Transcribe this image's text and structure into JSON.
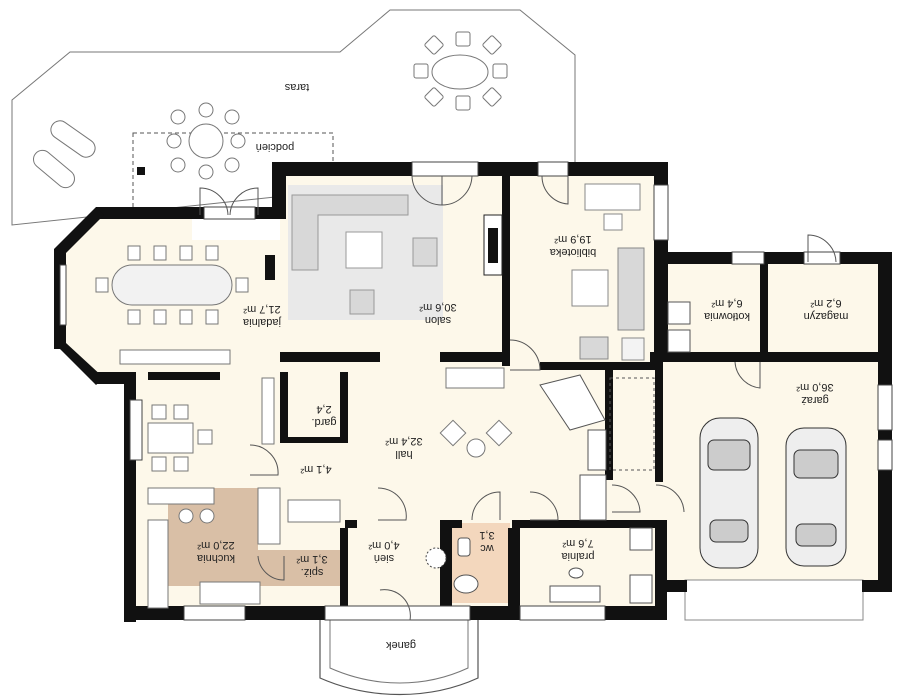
{
  "rooms": {
    "taras": {
      "name": "taras"
    },
    "podcien": {
      "name": "podcień"
    },
    "salon": {
      "name": "salon",
      "area": "30,6 m²"
    },
    "biblioteka": {
      "name": "biblioteka",
      "area": "19,9 m²"
    },
    "jadalnia": {
      "name": "jadalnia",
      "area": "21,7 m²"
    },
    "kotlownia": {
      "name": "kotłownia",
      "area": "6,4 m²"
    },
    "magazyn": {
      "name": "magazyn",
      "area": "6,2 m²"
    },
    "garaz": {
      "name": "garaż",
      "area": "36,0 m²"
    },
    "gard": {
      "name": "gard.",
      "area": "2,4"
    },
    "hall": {
      "name": "hall",
      "area": "32,4 m²"
    },
    "hall_extra": {
      "area": "4,1 m²"
    },
    "kuchnia": {
      "name": "kuchnia",
      "area": "22,0 m²"
    },
    "spiz": {
      "name": "spiż.",
      "area": "3,1 m²"
    },
    "sien": {
      "name": "sień",
      "area": "4,0 m²"
    },
    "wc": {
      "name": "wc",
      "area": "3,1"
    },
    "pralnia": {
      "name": "pralnia",
      "area": "7,6 m²"
    },
    "ganek": {
      "name": "ganek"
    }
  },
  "colors": {
    "wall": "#111111",
    "floor": "#fdf8ea",
    "kitchen_floor": "#d9bfa6",
    "wc_floor": "#f3d7bd",
    "living_rug": "#e9e9e9",
    "furniture": "#d8d8d8",
    "line": "#666666"
  }
}
